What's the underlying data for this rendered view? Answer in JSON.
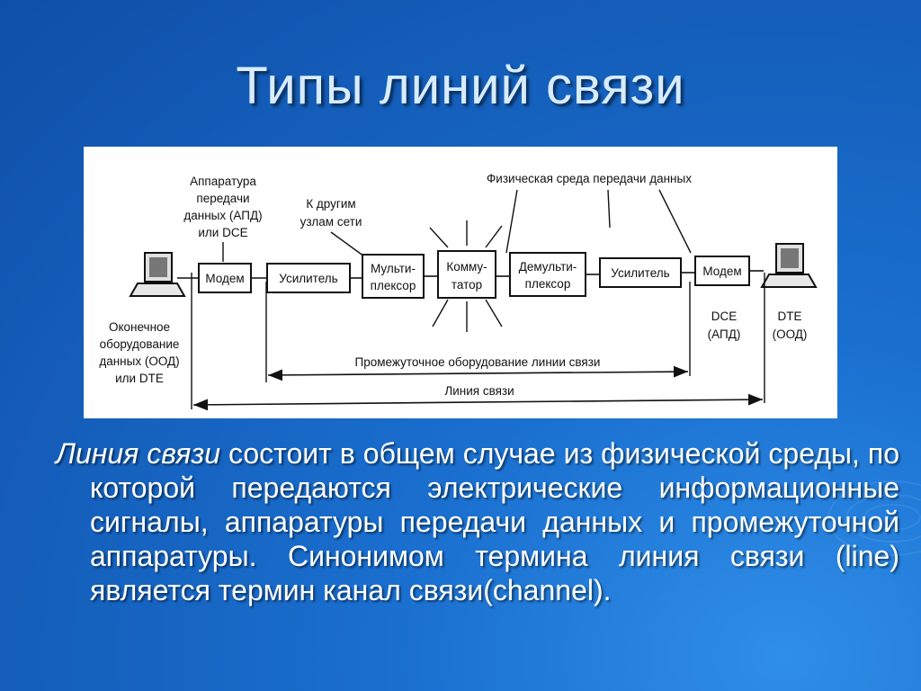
{
  "slide": {
    "title": "Типы линий связи"
  },
  "diagram": {
    "label_apd": [
      "Аппаратура",
      "передачи",
      "данных (АПД)",
      "или DCE"
    ],
    "label_other_nodes": [
      "К другим",
      "узлам сети"
    ],
    "label_phys_media": "Физическая среда передачи данных",
    "left_terminal_caption": [
      "Оконечное",
      "оборудование",
      "данных (ООД)",
      "или DTE"
    ],
    "boxes": {
      "modem_left": "Модем",
      "amplifier_left": "Усилитель",
      "multiplexer": [
        "Мульти-",
        "плексор"
      ],
      "switch": [
        "Комму-",
        "татор"
      ],
      "demultiplexer": [
        "Демульти-",
        "плексор"
      ],
      "amplifier_right": "Усилитель",
      "modem_right": "Модем"
    },
    "dce_caption": [
      "DCE",
      "(АПД)"
    ],
    "dte_caption": [
      "DTE",
      "(ООД)"
    ],
    "intermediate_label": "Промежуточное оборудование линии связи",
    "line_label": "Линия связи"
  },
  "text": {
    "term": "Линия связи",
    "body": " состоит в общем случае из физической среды, по которой передаются электрические информационные сигналы, аппаратуры передачи данных и промежуточной аппаратуры. Синонимом термина линия связи (line) является термин канал связи(channel)."
  }
}
